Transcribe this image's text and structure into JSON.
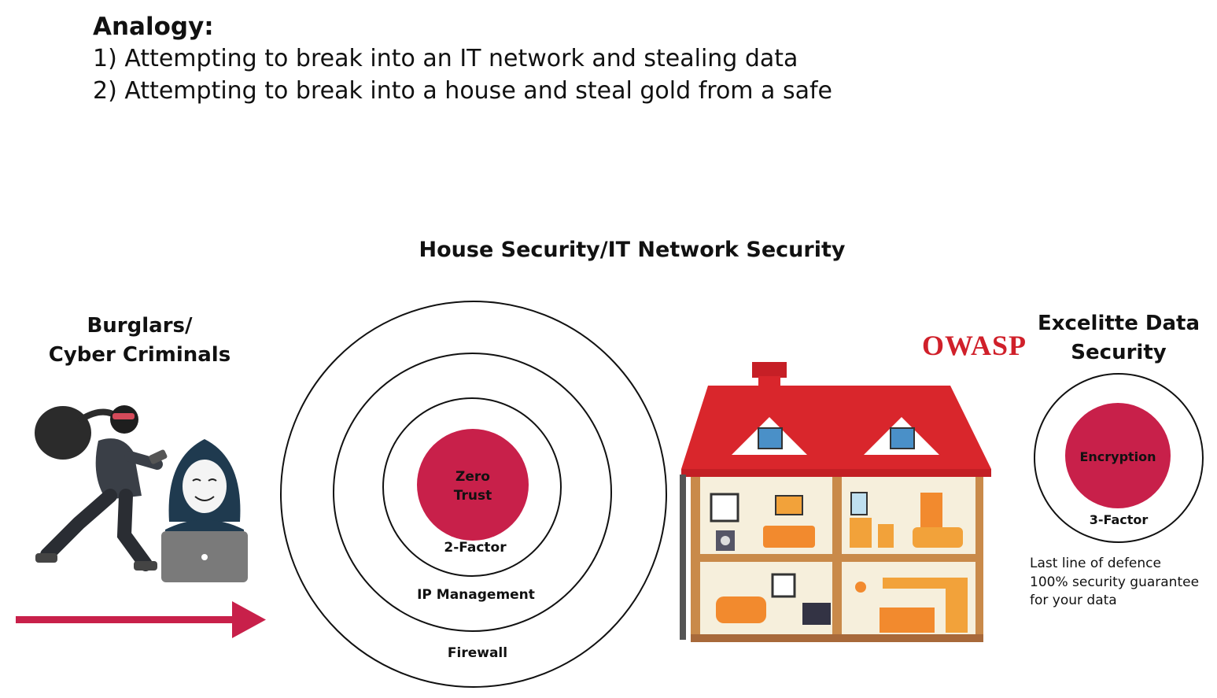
{
  "intro": {
    "heading": "Analogy:",
    "line1": "1) Attempting to break into an IT network and stealing data",
    "line2": "2) Attempting to break into a house and steal gold from a safe"
  },
  "diagram": {
    "title": "House Security/IT Network Security",
    "attacker_label_line1": "Burglars/",
    "attacker_label_line2": "Cyber Criminals",
    "rings": {
      "outer": "Firewall",
      "middle": "IP Management",
      "inner": "2-Factor",
      "core_line1": "Zero",
      "core_line2": "Trust"
    },
    "owasp": "OWASP",
    "excelitte_label_line1": "Excelitte Data",
    "excelitte_label_line2": "Security",
    "excelitte_ring": "3-Factor",
    "excelitte_core": "Encryption",
    "note_line1": "Last line of defence",
    "note_line2": "100% security guarantee",
    "note_line3": "for your data"
  },
  "colors": {
    "accent": "#c8204a",
    "owasp_red": "#d0202a",
    "roof": "#d9262c",
    "wall": "#c98a4a"
  },
  "icons": [
    "burglar-icon",
    "hacker-icon",
    "arrow-right-icon",
    "house-icon"
  ]
}
